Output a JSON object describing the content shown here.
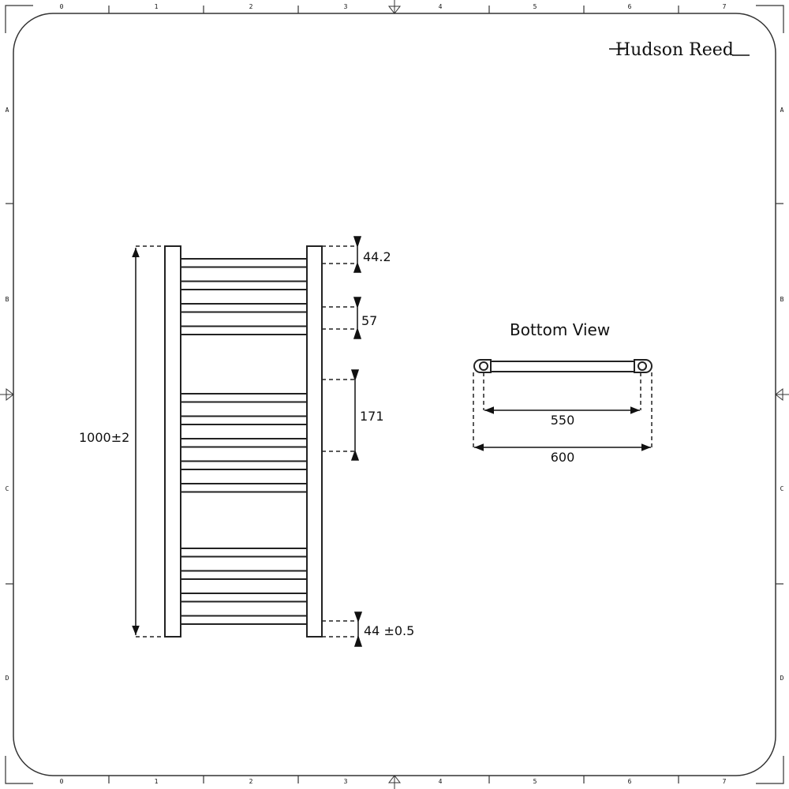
{
  "brand": {
    "logo_text": "Hudson Reed"
  },
  "frame": {
    "columns": [
      "0",
      "1",
      "2",
      "3",
      "4",
      "5",
      "6",
      "7"
    ],
    "rows": [
      "A",
      "B",
      "C",
      "D"
    ]
  },
  "front_view": {
    "overall_height": "1000±2",
    "top_gap": "44.2",
    "bar_spacing": "57",
    "group_gap": "171",
    "bottom_gap": "44 ±0.5",
    "bar_groups": [
      4,
      5,
      4
    ]
  },
  "bottom_view": {
    "title": "Bottom View",
    "centres": "550",
    "overall_width": "600"
  }
}
